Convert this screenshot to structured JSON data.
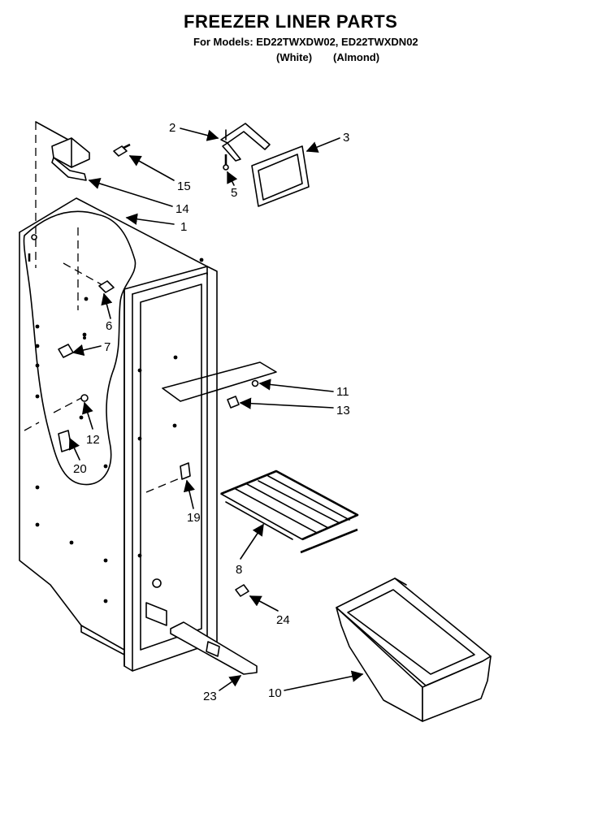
{
  "header": {
    "title": "FREEZER LINER PARTS",
    "models_line": "For Models: ED22TWXDW02, ED22TWXDN02",
    "color_white": "(White)",
    "color_almond": "(Almond)"
  },
  "callouts": {
    "c1": "1",
    "c2": "2",
    "c3": "3",
    "c5": "5",
    "c6": "6",
    "c7": "7",
    "c8": "8",
    "c10": "10",
    "c11": "11",
    "c12": "12",
    "c13": "13",
    "c14": "14",
    "c15": "15",
    "c19": "19",
    "c20": "20",
    "c23": "23",
    "c24": "24"
  }
}
